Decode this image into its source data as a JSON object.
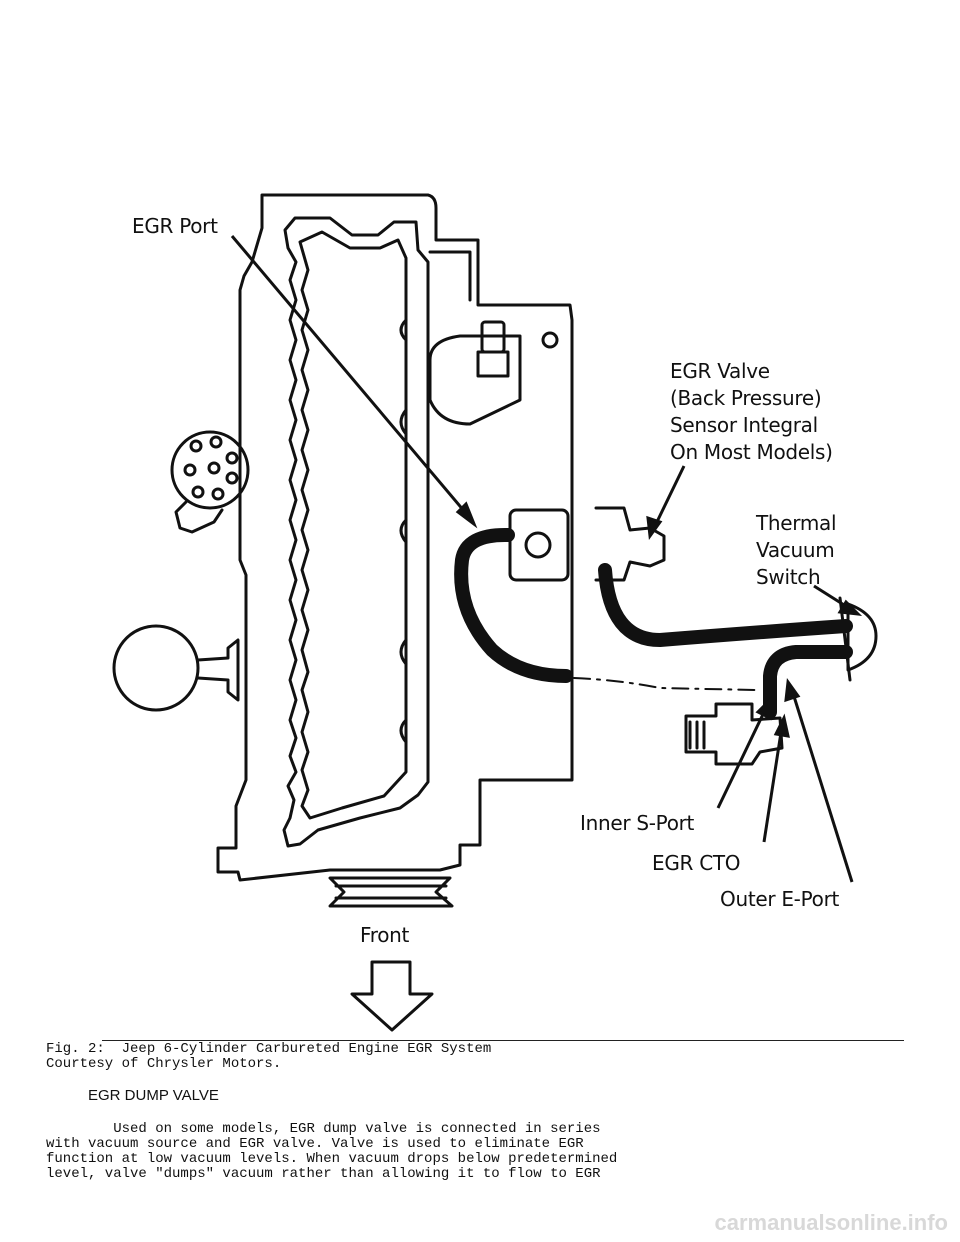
{
  "diagram": {
    "labels": {
      "egr_port": "EGR Port",
      "egr_valve_1": "EGR Valve",
      "egr_valve_2": "(Back Pressure)",
      "egr_valve_3": "Sensor Integral",
      "egr_valve_4": "On Most Models)",
      "tvs_1": "Thermal",
      "tvs_2": "Vacuum",
      "tvs_3": "Switch",
      "inner_port": "Inner S-Port",
      "egr_cto": "EGR CTO",
      "outer_port": "Outer E-Port",
      "front": "Front"
    }
  },
  "caption": {
    "line1": "Fig. 2:  Jeep 6-Cylinder Carbureted Engine EGR System",
    "line2": "Courtesy of Chrysler Motors."
  },
  "section": {
    "heading": "EGR DUMP VALVE",
    "lines": [
      "        Used on some models, EGR dump valve is connected in series",
      "with vacuum source and EGR valve. Valve is used to eliminate EGR",
      "function at low vacuum levels. When vacuum drops below predetermined",
      "level, valve \"dumps\" vacuum rather than allowing it to flow to EGR"
    ]
  },
  "watermark": "carmanualsonline.info"
}
